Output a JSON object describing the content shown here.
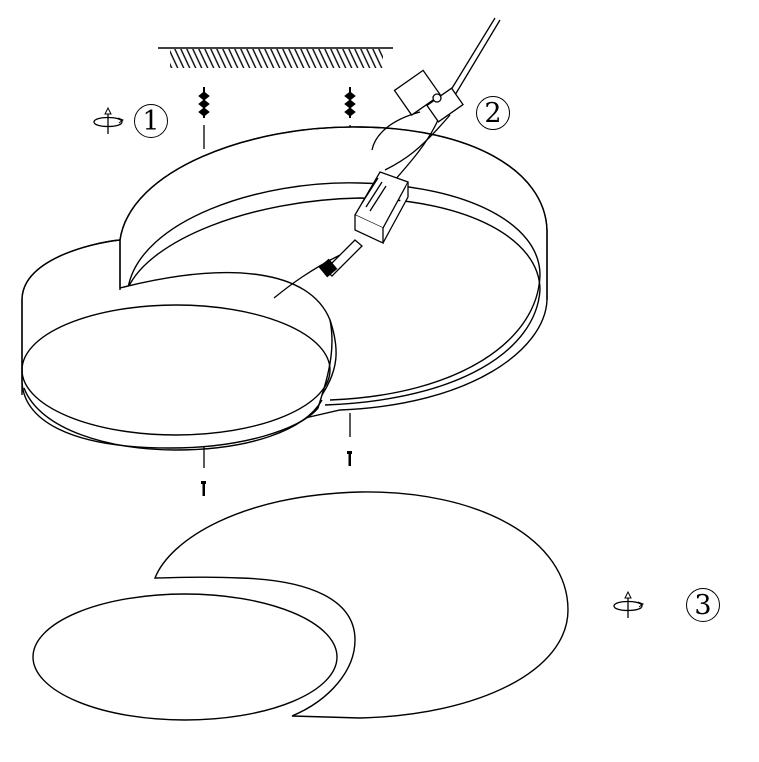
{
  "steps": [
    {
      "number": "1",
      "icon": "rotate-icon"
    },
    {
      "number": "2",
      "icon": ""
    },
    {
      "number": "3",
      "icon": "rotate-icon"
    }
  ],
  "colors": {
    "line": "#000000",
    "background": "#ffffff"
  }
}
